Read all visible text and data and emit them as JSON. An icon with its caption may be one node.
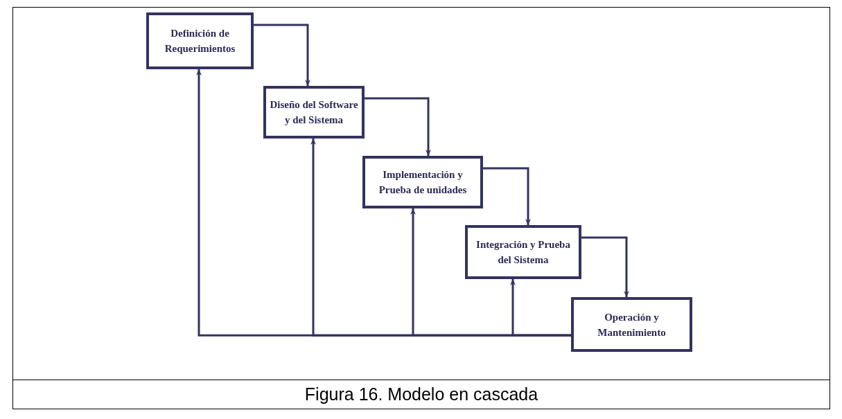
{
  "diagram": {
    "caption": "Figura 16. Modelo en cascada",
    "nodes": [
      {
        "text": [
          "Definición de Requerimientos"
        ]
      },
      {
        "text": [
          "Diseño del Software y del Sistema"
        ]
      },
      {
        "text": [
          "Implementación y Prueba de unidades"
        ]
      },
      {
        "text": [
          "Integración y Prueba del Sistema"
        ]
      },
      {
        "text": [
          "Operación y Mantenimiento"
        ]
      }
    ],
    "edges": [
      {
        "from": 0,
        "to": 1,
        "arrow": "to"
      },
      {
        "from": 1,
        "to": 2,
        "arrow": "to"
      },
      {
        "from": 2,
        "to": 3,
        "arrow": "to"
      },
      {
        "from": 3,
        "to": 4,
        "arrow": "to"
      },
      {
        "from": 4,
        "to": 0,
        "arrow": "to"
      },
      {
        "from": 4,
        "to": 1,
        "arrow": "to"
      },
      {
        "from": 4,
        "to": 2,
        "arrow": "to"
      },
      {
        "from": 4,
        "to": 3,
        "arrow": "to"
      }
    ]
  }
}
